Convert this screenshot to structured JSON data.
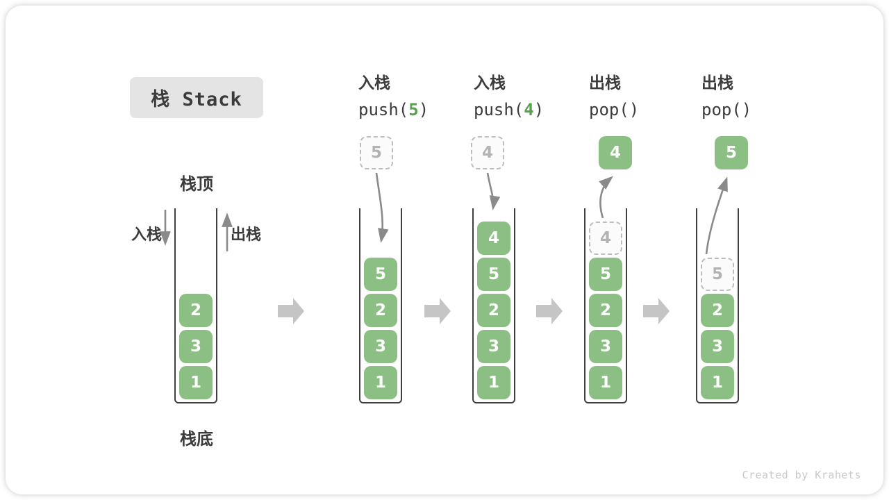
{
  "title_badge": {
    "label": "栈 Stack"
  },
  "legend": {
    "stack_top": "栈顶",
    "stack_bottom": "栈底",
    "push_side_label": "入栈",
    "pop_side_label": "出栈"
  },
  "colors": {
    "box_green": "#8cbf83",
    "code_accent_green": "#57a14e",
    "flow_arrow_gray": "#8a8a8a",
    "block_arrow_gray": "#c5c5c5",
    "badge_bg_gray": "#e4e4e4",
    "dashed_border_gray": "#bdbdbd"
  },
  "columns": [
    {
      "name": "initial",
      "cells": [
        {
          "slot": 2,
          "value": "2",
          "kind": "solid"
        },
        {
          "slot": 3,
          "value": "3",
          "kind": "solid"
        },
        {
          "slot": 4,
          "value": "1",
          "kind": "solid"
        }
      ]
    },
    {
      "name": "push-5",
      "header": {
        "action": "入栈",
        "code_prefix": "push(",
        "code_arg": "5",
        "code_suffix": ")"
      },
      "floating": {
        "value": "5",
        "kind": "dashed"
      },
      "arrow": "down",
      "cells": [
        {
          "slot": 1,
          "value": "5",
          "kind": "solid"
        },
        {
          "slot": 2,
          "value": "2",
          "kind": "solid"
        },
        {
          "slot": 3,
          "value": "3",
          "kind": "solid"
        },
        {
          "slot": 4,
          "value": "1",
          "kind": "solid"
        }
      ]
    },
    {
      "name": "push-4",
      "header": {
        "action": "入栈",
        "code_prefix": "push(",
        "code_arg": "4",
        "code_suffix": ")"
      },
      "floating": {
        "value": "4",
        "kind": "dashed"
      },
      "arrow": "down",
      "cells": [
        {
          "slot": 0,
          "value": "4",
          "kind": "solid"
        },
        {
          "slot": 1,
          "value": "5",
          "kind": "solid"
        },
        {
          "slot": 2,
          "value": "2",
          "kind": "solid"
        },
        {
          "slot": 3,
          "value": "3",
          "kind": "solid"
        },
        {
          "slot": 4,
          "value": "1",
          "kind": "solid"
        }
      ]
    },
    {
      "name": "pop-4",
      "header": {
        "action": "出栈",
        "code_prefix": "pop()",
        "code_arg": "",
        "code_suffix": ""
      },
      "floating": {
        "value": "4",
        "kind": "solid"
      },
      "arrow": "up",
      "cells": [
        {
          "slot": 0,
          "value": "4",
          "kind": "dashed"
        },
        {
          "slot": 1,
          "value": "5",
          "kind": "solid"
        },
        {
          "slot": 2,
          "value": "2",
          "kind": "solid"
        },
        {
          "slot": 3,
          "value": "3",
          "kind": "solid"
        },
        {
          "slot": 4,
          "value": "1",
          "kind": "solid"
        }
      ]
    },
    {
      "name": "pop-5",
      "header": {
        "action": "出栈",
        "code_prefix": "pop()",
        "code_arg": "",
        "code_suffix": ""
      },
      "floating": {
        "value": "5",
        "kind": "solid"
      },
      "arrow": "up",
      "cells": [
        {
          "slot": 1,
          "value": "5",
          "kind": "dashed"
        },
        {
          "slot": 2,
          "value": "2",
          "kind": "solid"
        },
        {
          "slot": 3,
          "value": "3",
          "kind": "solid"
        },
        {
          "slot": 4,
          "value": "1",
          "kind": "solid"
        }
      ]
    }
  ],
  "watermark": "Created by Krahets"
}
